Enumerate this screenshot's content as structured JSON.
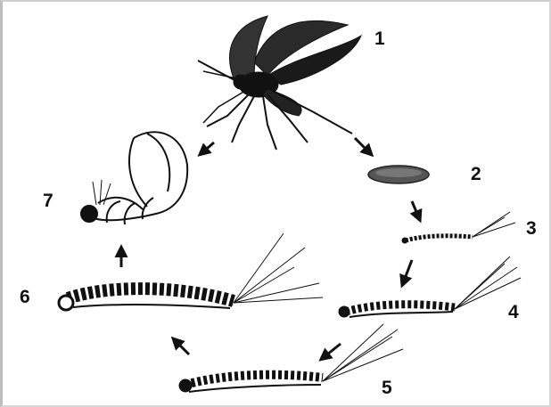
{
  "diagram": {
    "stage_labels": {
      "s1": "1",
      "s2": "2",
      "s3": "3",
      "s4": "4",
      "s5": "5",
      "s6": "6",
      "s7": "7"
    },
    "stages": [
      {
        "label": "1",
        "depicts": "adult-mosquito-icon"
      },
      {
        "label": "2",
        "depicts": "egg-icon"
      },
      {
        "label": "3",
        "depicts": "first-instar-larva-icon"
      },
      {
        "label": "4",
        "depicts": "larva-icon"
      },
      {
        "label": "5",
        "depicts": "larva-icon"
      },
      {
        "label": "6",
        "depicts": "larva-icon"
      },
      {
        "label": "7",
        "depicts": "pupa-icon"
      }
    ],
    "colors": {
      "ink": "#111111",
      "egg": "#555555",
      "background": "#ffffff"
    }
  }
}
